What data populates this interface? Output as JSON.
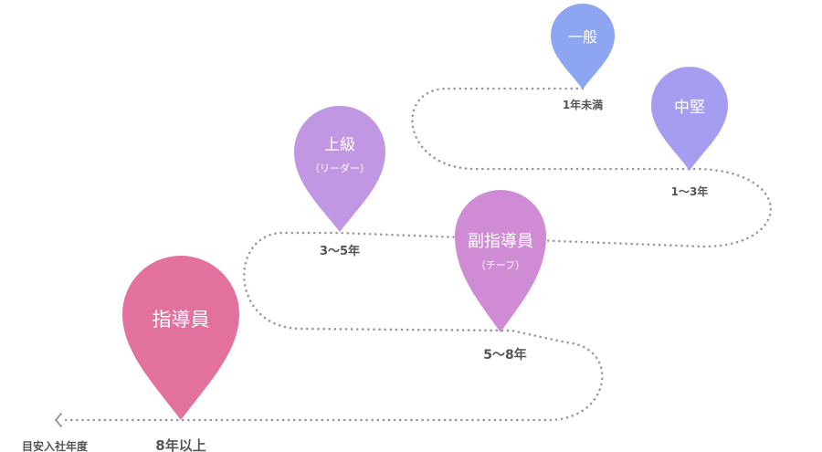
{
  "axis_label": "目安入社年度",
  "stages": [
    {
      "key": "ippan",
      "title": "一般",
      "subtitle": "",
      "years": "1年未満",
      "color": "#8ea6f2"
    },
    {
      "key": "chuken",
      "title": "中堅",
      "subtitle": "",
      "years": "1～3年",
      "color": "#a59ef0"
    },
    {
      "key": "joukyu",
      "title": "上級",
      "subtitle": "（リーダー）",
      "years": "3～5年",
      "color": "#c196e3"
    },
    {
      "key": "fuku",
      "title": "副指導員",
      "subtitle": "（チーフ）",
      "years": "5～8年",
      "color": "#cf8cd4"
    },
    {
      "key": "shidouin",
      "title": "指導員",
      "subtitle": "",
      "years": "8年以上",
      "color": "#e2719e"
    }
  ]
}
